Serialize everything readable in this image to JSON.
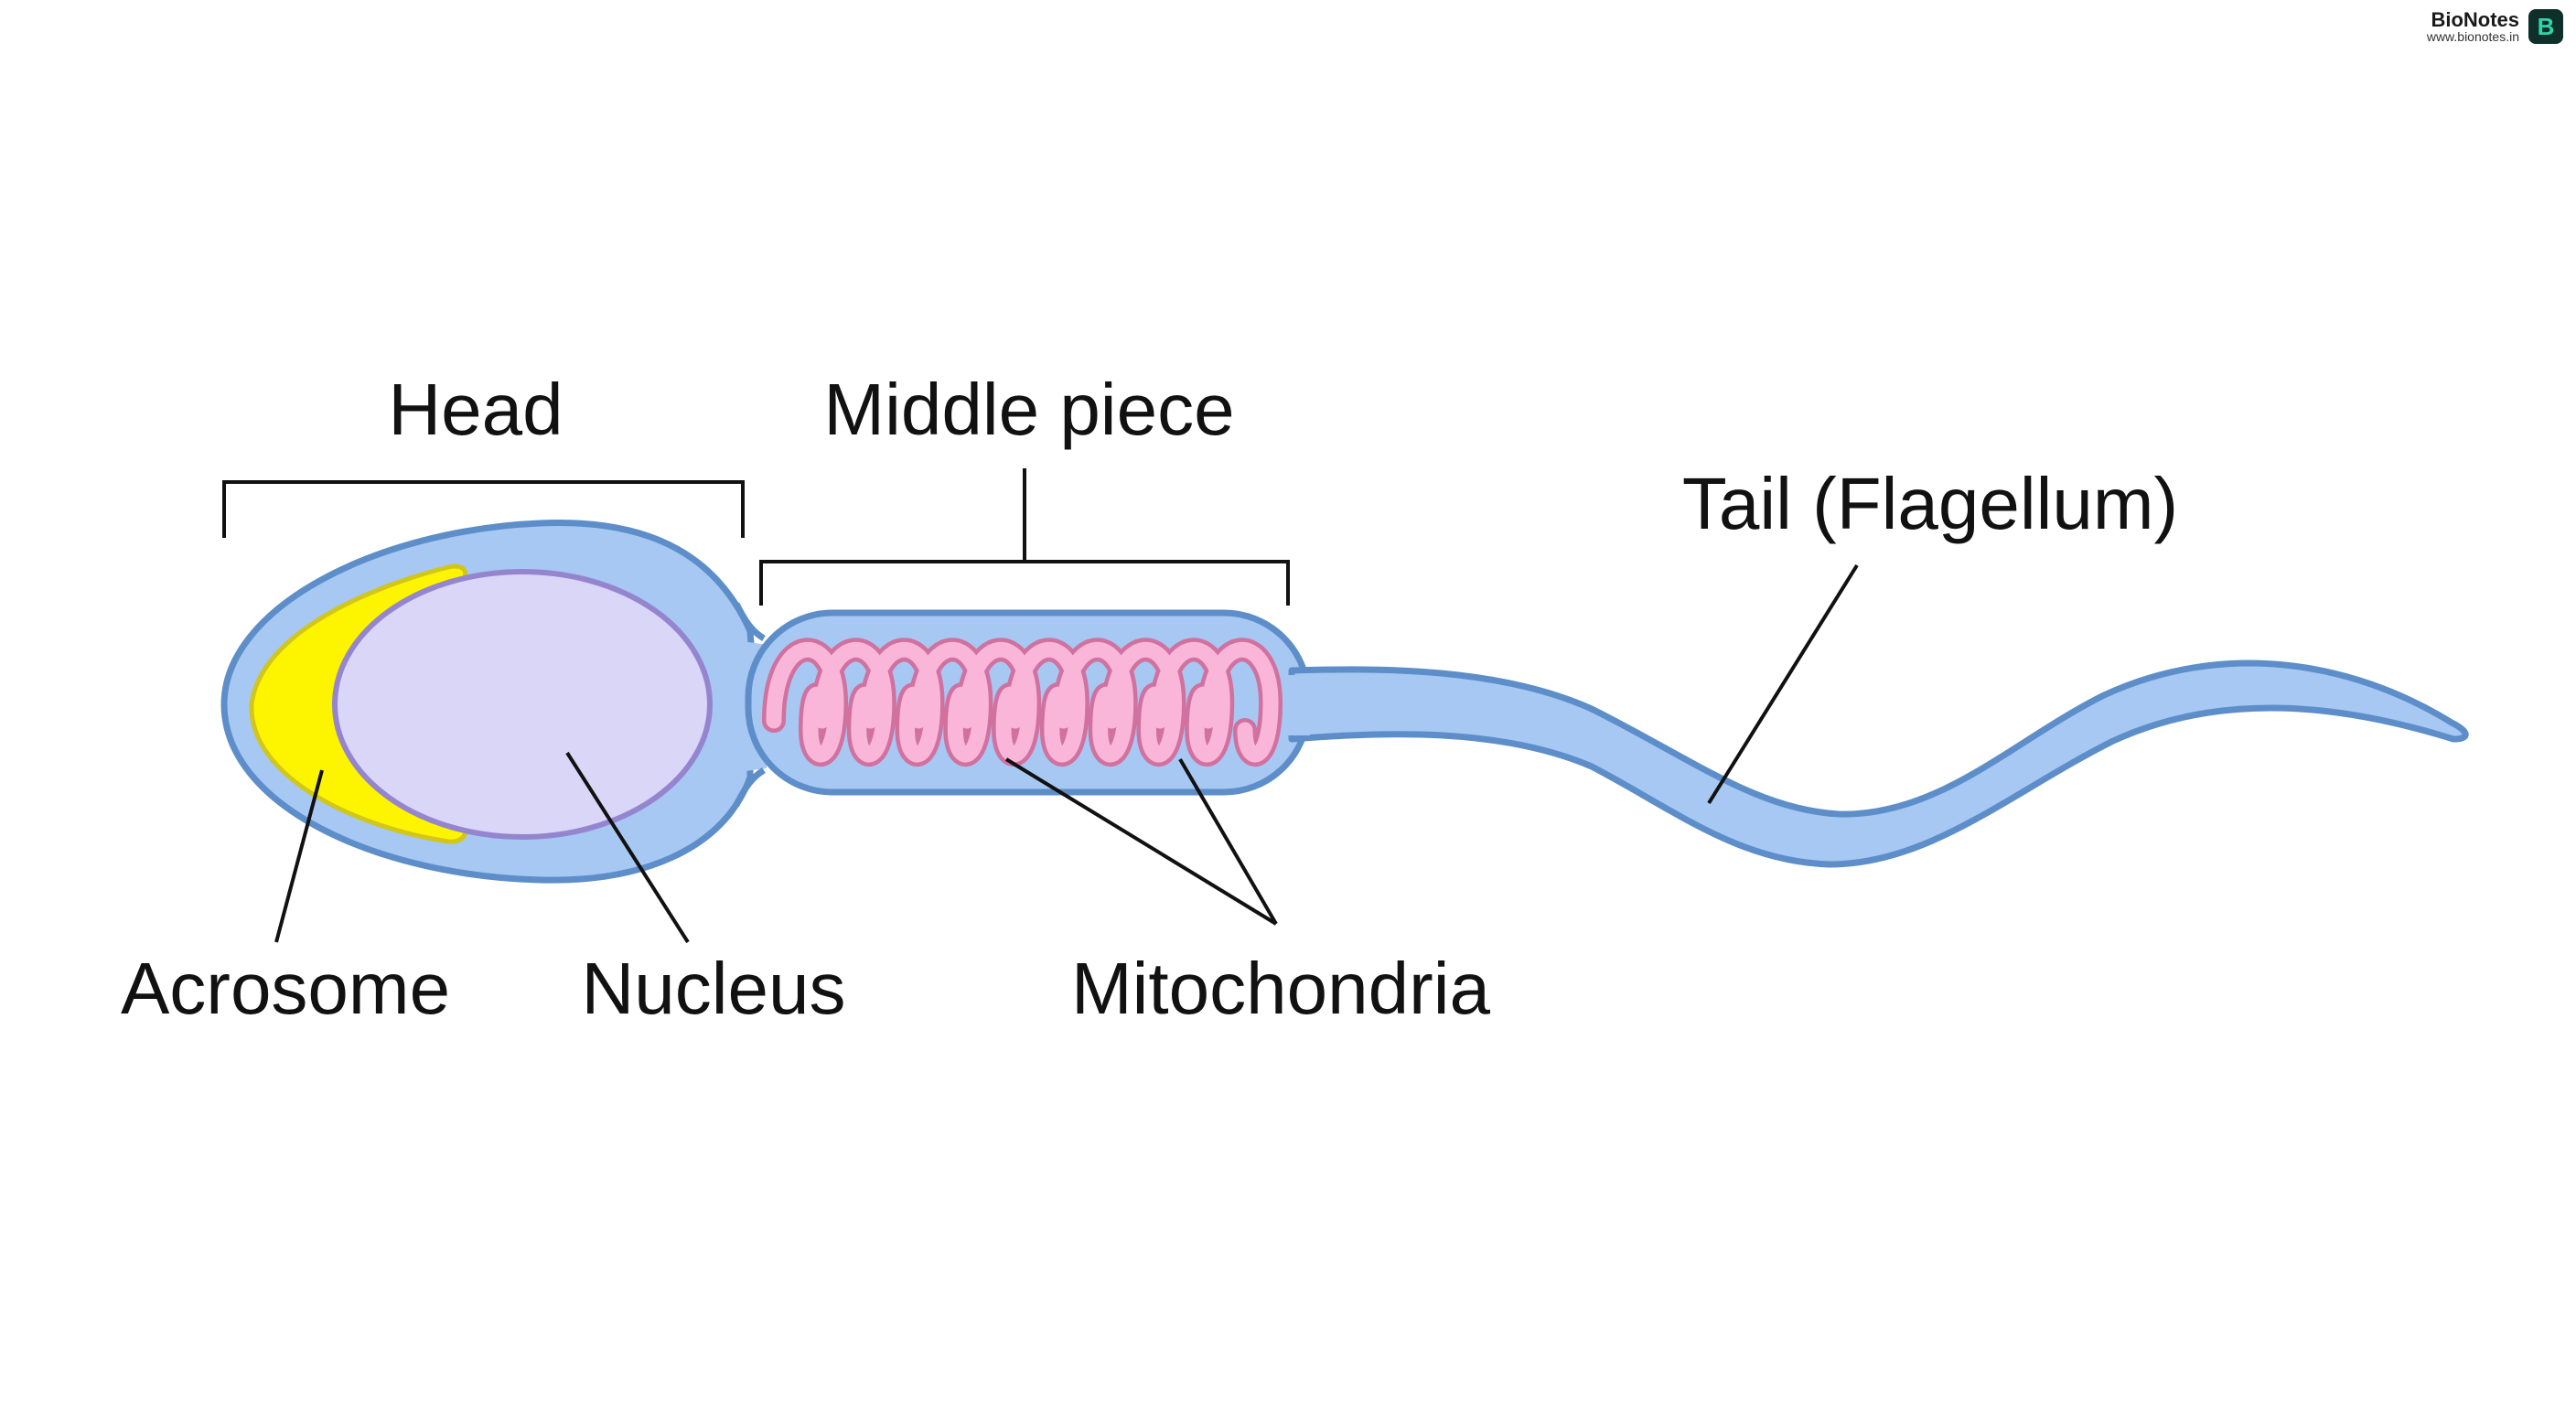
{
  "brand": {
    "name": "BioNotes",
    "url": "www.bionotes.in",
    "logo_letter": "B",
    "logo_bg": "#0f2f2a",
    "logo_fg": "#2fd5a8"
  },
  "labels": {
    "head": "Head",
    "middle_piece": "Middle piece",
    "tail": "Tail (Flagellum)",
    "acrosome": "Acrosome",
    "nucleus": "Nucleus",
    "mitochondria": "Mitochondria"
  },
  "colors": {
    "membrane_fill": "#a6c8f2",
    "membrane_stroke": "#5d8ec9",
    "nucleus_fill": "#d9d6f8",
    "nucleus_stroke": "#9585cf",
    "acrosome_fill": "#fdf500",
    "acrosome_stroke": "#d2c61a",
    "mitochondria_fill": "#f9b6d9",
    "mitochondria_stroke": "#d0719f"
  }
}
